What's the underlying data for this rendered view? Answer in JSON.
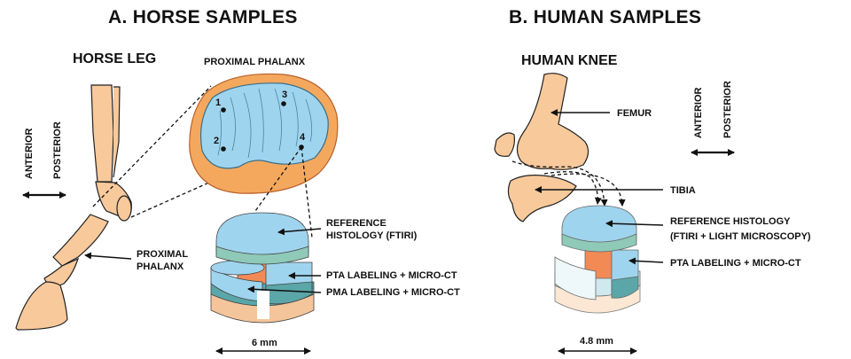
{
  "horse": {
    "title": "A. HORSE SAMPLES",
    "leg_title": "HORSE LEG",
    "phalanx_title": "PROXIMAL PHALANX",
    "orientation": {
      "anterior": "ANTERIOR",
      "posterior": "POSTERIOR"
    },
    "bone_label_line1": "PROXIMAL",
    "bone_label_line2": "PHALANX",
    "points": [
      "1",
      "2",
      "3",
      "4"
    ],
    "ref_line1": "REFERENCE",
    "ref_line2": "HISTOLOGY (FTIRI)",
    "pta": "PTA LABELING + MICRO-CT",
    "pma": "PMA LABELING + MICRO-CT",
    "scale": "6 mm"
  },
  "human": {
    "title": "B. HUMAN SAMPLES",
    "knee_title": "HUMAN KNEE",
    "orientation": {
      "anterior": "ANTERIOR",
      "posterior": "POSTERIOR"
    },
    "femur": "FEMUR",
    "tibia": "TIBIA",
    "ref_line1": "REFERENCE HISTOLOGY",
    "ref_line2": "(FTIRI + LIGHT MICROSCOPY)",
    "pta": "PTA LABELING + MICRO-CT",
    "scale": "4.8 mm"
  },
  "colors": {
    "bone": "#f8c99b",
    "cartilage": "#9fd4ee",
    "calcified": "#8fc9b8",
    "subchondral": "#f28a55",
    "orange_rim": "#f4a85e",
    "outline": "#111111"
  }
}
